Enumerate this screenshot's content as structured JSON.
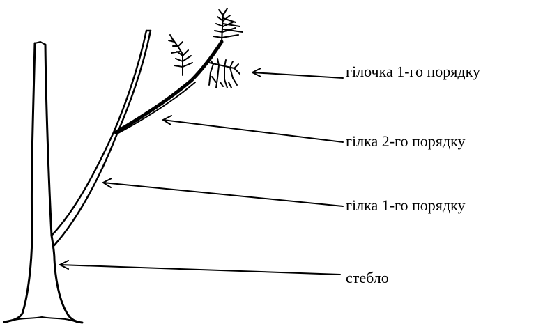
{
  "labels": {
    "twig_first_order": "гілочка 1-го порядку",
    "branch_second_order": "гілка 2-го порядку",
    "branch_first_order": "гілка 1-го порядку",
    "stem": "стебло"
  },
  "colors": {
    "ink": "#000000",
    "background": "#ffffff"
  }
}
